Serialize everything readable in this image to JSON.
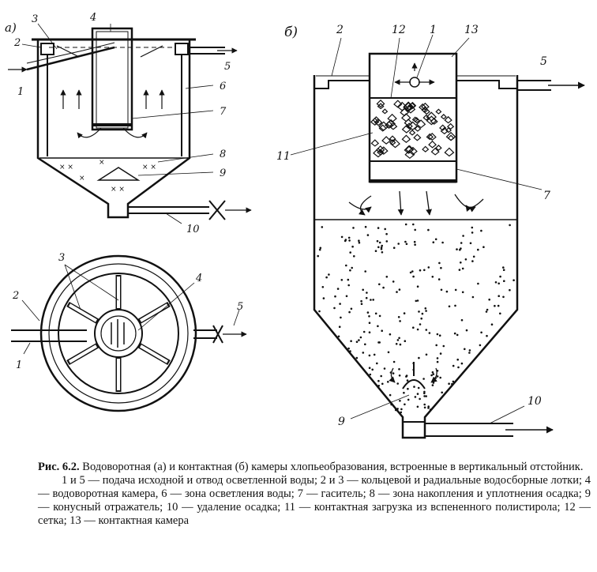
{
  "figure": {
    "panel_a_tag": "а)",
    "panel_b_tag": "б)",
    "labels_a": [
      "1",
      "2",
      "3",
      "4",
      "5",
      "6",
      "7",
      "8",
      "9",
      "10"
    ],
    "labels_plan": [
      "1",
      "2",
      "3",
      "4",
      "5"
    ],
    "labels_b": [
      "1",
      "2",
      "5",
      "7",
      "9",
      "10",
      "11",
      "12",
      "13"
    ]
  },
  "caption": {
    "title_bold": "Рис. 6.2.",
    "title_rest": " Водоворотная (а) и контактная (б) камеры хлопьеобразования, встроенные в вертикальный отстойник.",
    "body": "1 и 5 — подача исходной и отвод осветленной воды; 2 и 3 — кольцевой и радиальные водосборные лотки; 4 — водоворотная камера, 6 — зона осветления воды; 7 — гаситель; 8 — зона накопления и уплотнения осадка; 9 — конусный отражатель; 10 — удаление осадка; 11 — контактная загрузка из вспененного полистирола; 12 — сетка; 13 — контактная камера"
  }
}
